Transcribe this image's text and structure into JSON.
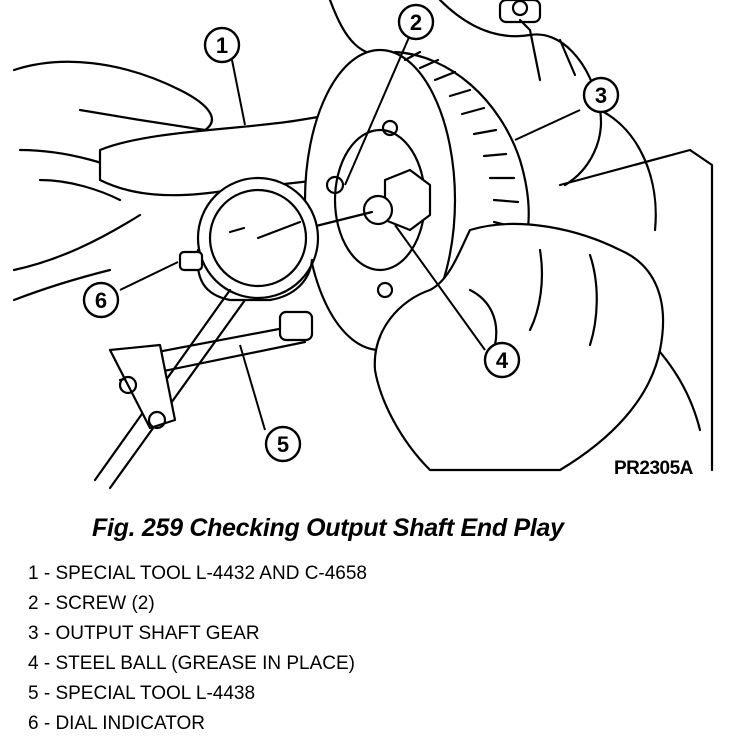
{
  "figure": {
    "drawing_id": "PR2305A",
    "callouts": [
      "1",
      "2",
      "3",
      "4",
      "5",
      "6"
    ]
  },
  "caption": "Fig. 259 Checking Output Shaft End Play",
  "legend": [
    "1 - SPECIAL TOOL L-4432 AND C-4658",
    "2 - SCREW (2)",
    "3 - OUTPUT SHAFT GEAR",
    "4 - STEEL BALL (GREASE IN PLACE)",
    "5 - SPECIAL TOOL L-4438",
    "6 - DIAL INDICATOR"
  ]
}
